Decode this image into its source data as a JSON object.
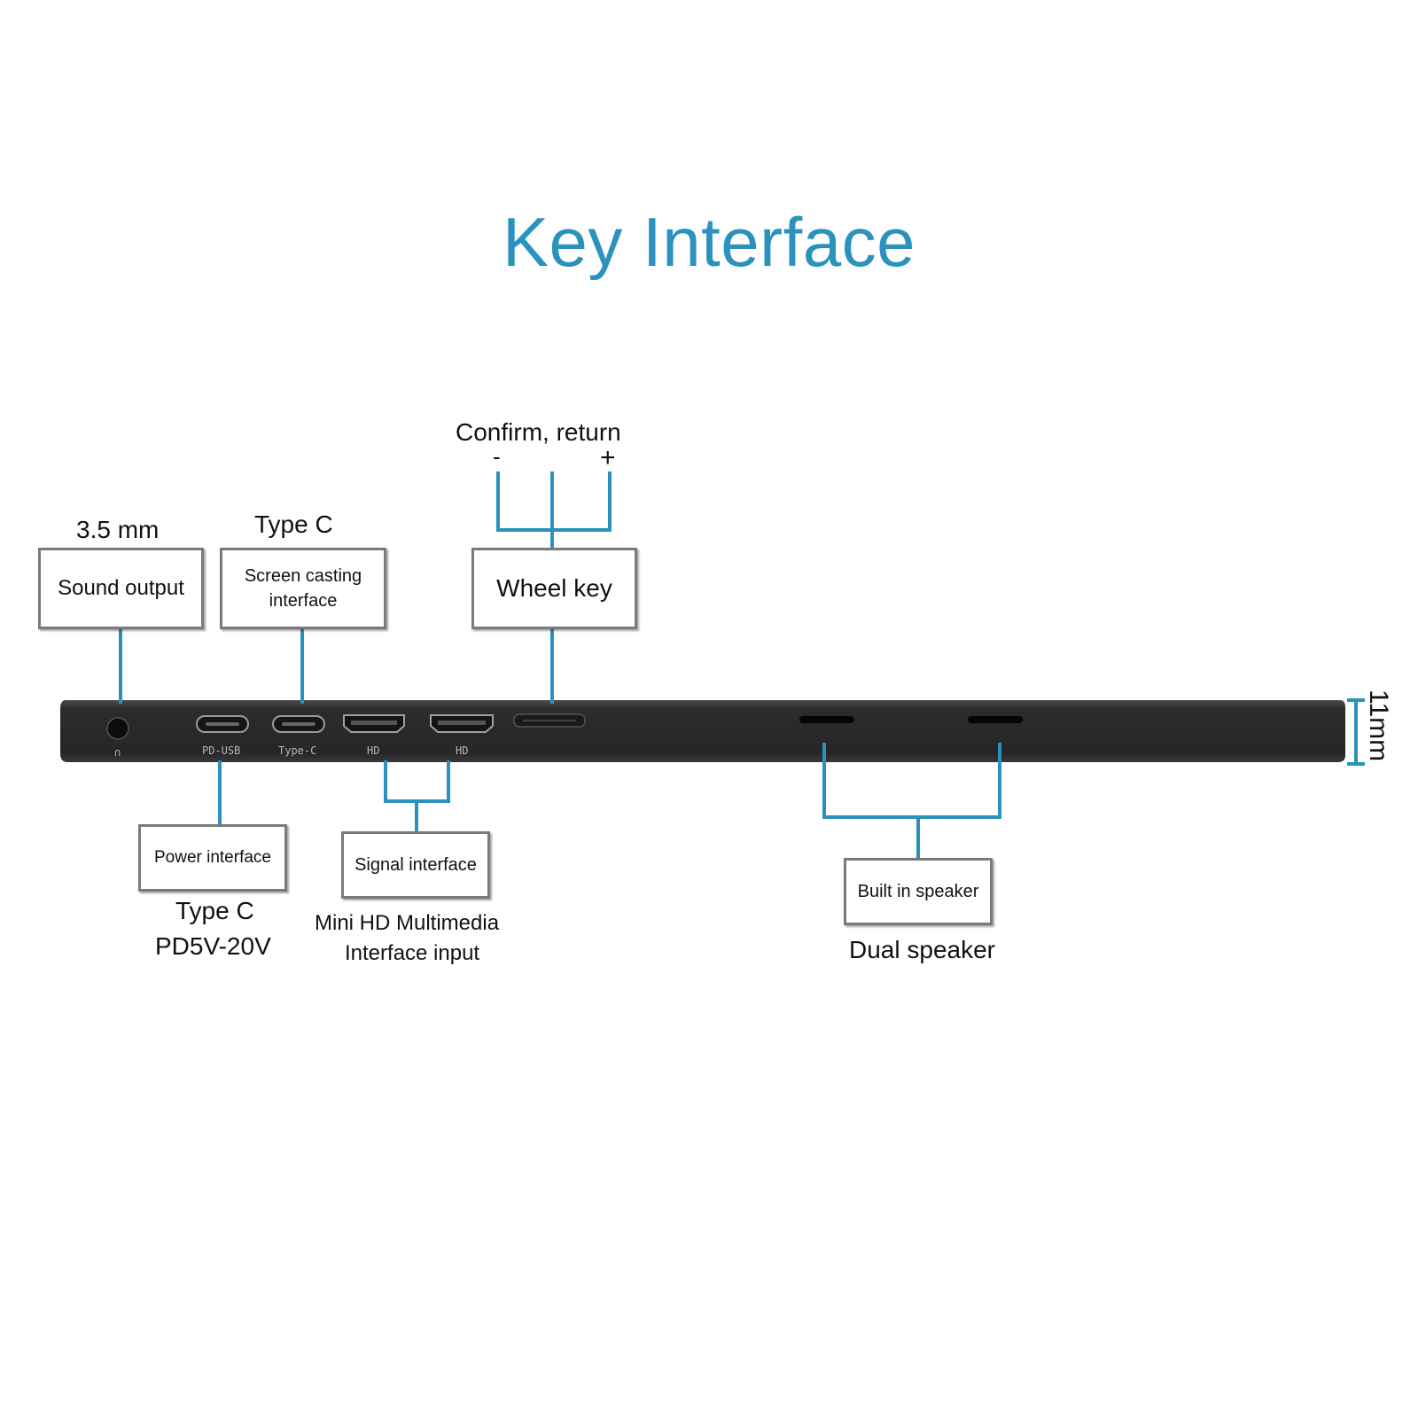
{
  "title": "Key Interface",
  "colors": {
    "accent": "#2a92bd",
    "device_body": "#2d2d2d",
    "box_border": "#7a7a7a"
  },
  "callouts": {
    "sound": {
      "caption": "3.5 mm",
      "box": "Sound output"
    },
    "casting": {
      "caption": "Type C",
      "box_line1": "Screen casting",
      "box_line2": "interface"
    },
    "wheel": {
      "caption": "Confirm, return",
      "minus": "-",
      "plus": "+",
      "box": "Wheel key"
    },
    "power": {
      "box": "Power interface",
      "caption_line1": "Type C",
      "caption_line2": "PD5V-20V"
    },
    "signal": {
      "box": "Signal interface",
      "caption_line1": "Mini HD Multimedia",
      "caption_line2": "Interface input"
    },
    "speaker": {
      "box": "Built in speaker",
      "caption": "Dual speaker"
    }
  },
  "device": {
    "thickness": "11mm",
    "port_labels": {
      "audio": "∩",
      "pd_usb": "PD-USB",
      "type_c": "Type-C",
      "hd1": "HD",
      "hd2": "HD"
    }
  }
}
